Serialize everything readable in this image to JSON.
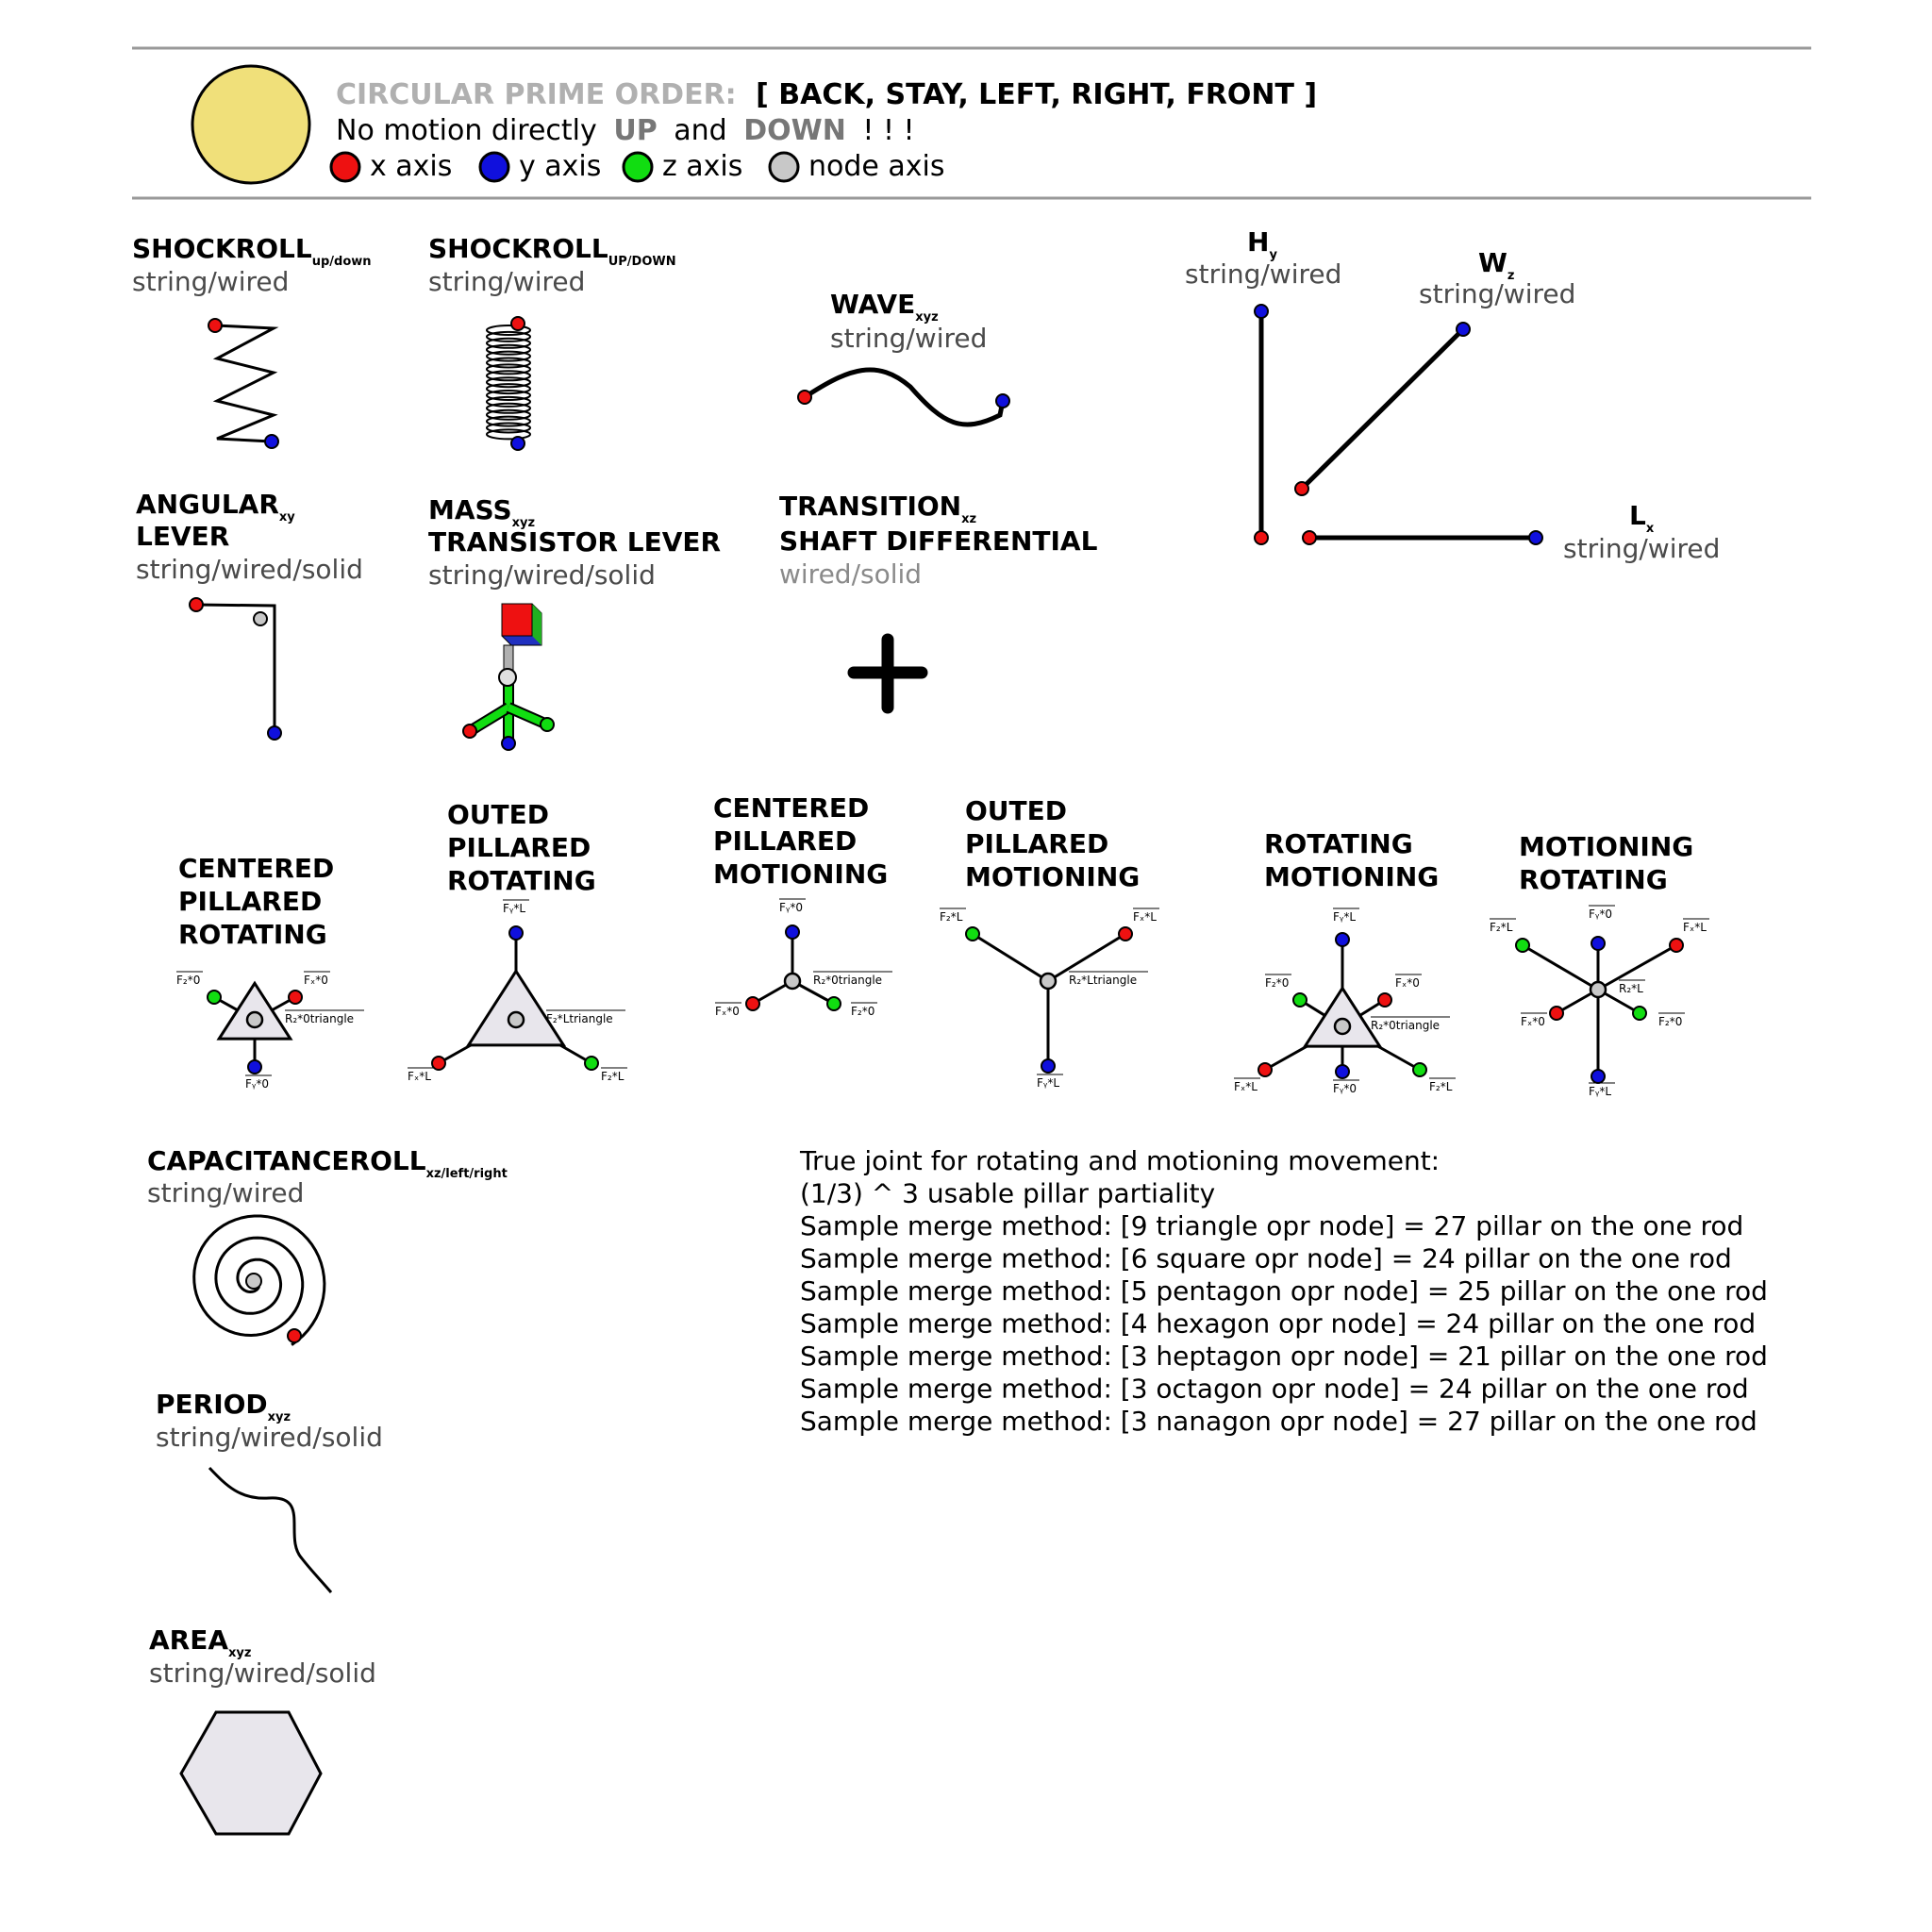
{
  "header": {
    "order_label": "CIRCULAR PRIME ORDER:",
    "order_value": "[ BACK, STAY, LEFT, RIGHT, FRONT ]",
    "motion_prefix": "No motion directly",
    "motion_up": "UP",
    "motion_and": "and",
    "motion_down": "DOWN",
    "motion_suffix": "! ! !",
    "legend": [
      {
        "label": "x axis",
        "color": "#ee1111"
      },
      {
        "label": "y axis",
        "color": "#1010dd"
      },
      {
        "label": "z axis",
        "color": "#11dd11"
      },
      {
        "label": "node axis",
        "color": "#c8c8c8"
      }
    ],
    "sun_color": "#f0e07a"
  },
  "colors": {
    "x": "#ee1111",
    "y": "#1010dd",
    "z": "#11dd11",
    "node": "#c8c8c8",
    "gray_text": "#b0b0b0",
    "shape_fill": "#e8e6ec"
  },
  "elements": {
    "shockroll_small": {
      "name": "SHOCKROLL",
      "sub": "up/down",
      "caption": "string/wired"
    },
    "shockroll_big": {
      "name": "SHOCKROLL",
      "sub": "UP/DOWN",
      "caption": "string/wired"
    },
    "wave": {
      "name": "WAVE",
      "sub": "xyz",
      "caption": "string/wired"
    },
    "hy": {
      "name": "H",
      "sub": "y",
      "caption": "string/wired"
    },
    "wz": {
      "name": "W",
      "sub": "z",
      "caption": "string/wired"
    },
    "lx": {
      "name": "L",
      "sub": "x",
      "caption": "string/wired"
    },
    "angular": {
      "name": "ANGULAR",
      "sub": "xy",
      "line2": "LEVER",
      "caption": "string/wired/solid"
    },
    "mass": {
      "name": "MASS",
      "sub": "xyz",
      "line2": "TRANSISTOR LEVER",
      "caption": "string/wired/solid"
    },
    "transition": {
      "name": "TRANSITION",
      "sub": "xz",
      "line2": "SHAFT DIFFERENTIAL",
      "caption": "wired/solid"
    },
    "capacitance": {
      "name": "CAPACITANCEROLL",
      "sub": "xz/left/right",
      "caption": "string/wired"
    },
    "period": {
      "name": "PERIOD",
      "sub": "xyz",
      "caption": "string/wired/solid"
    },
    "area": {
      "name": "AREA",
      "sub": "xyz",
      "caption": "string/wired/solid"
    }
  },
  "joints": [
    {
      "lines": [
        "CENTERED",
        "PILLARED",
        "ROTATING"
      ],
      "tags": [
        "F₂*0",
        "Fₓ*0",
        "R₂*0triangle",
        "Fᵧ*0"
      ]
    },
    {
      "lines": [
        "OUTED",
        "PILLARED",
        "ROTATING"
      ],
      "tags": [
        "Fᵧ*L",
        "F₂*Ltriangle",
        "Fₓ*L",
        "F₂*L"
      ]
    },
    {
      "lines": [
        "CENTERED",
        "PILLARED",
        "MOTIONING"
      ],
      "tags": [
        "Fᵧ*0",
        "R₂*0triangle",
        "Fₓ*0",
        "F₂*0"
      ]
    },
    {
      "lines": [
        "OUTED",
        "PILLARED",
        "MOTIONING"
      ],
      "tags": [
        "F₂*L",
        "Fₓ*L",
        "R₂*Ltriangle",
        "Fᵧ*L"
      ]
    },
    {
      "lines": [
        "ROTATING",
        "MOTIONING"
      ],
      "tags": [
        "Fᵧ*L",
        "F₂*0",
        "Fₓ*0",
        "R₂*0triangle",
        "Fₓ*L",
        "Fᵧ*0",
        "F₂*L"
      ]
    },
    {
      "lines": [
        "MOTIONING",
        "ROTATING"
      ],
      "tags": [
        "Fᵧ*0",
        "F₂*L",
        "Fₓ*L",
        "R₂*L",
        "Fₓ*0",
        "F₂*0",
        "Fᵧ*L"
      ]
    }
  ],
  "notes": [
    "True joint for rotating and motioning movement:",
    "(1/3) ^ 3 usable pillar partiality",
    "Sample merge method: [9 triangle opr node] = 27 pillar on the one rod",
    "Sample merge method: [6 square opr node] = 24 pillar on the one rod",
    "Sample merge method: [5 pentagon opr node] = 25 pillar on the one rod",
    "Sample merge method: [4 hexagon opr node] = 24 pillar on the one rod",
    "Sample merge method: [3 heptagon opr node] = 21 pillar on the one rod",
    "Sample merge method: [3 octagon opr node] = 24 pillar on the one rod",
    "Sample merge method: [3 nanagon opr node] = 27 pillar on the one rod"
  ]
}
